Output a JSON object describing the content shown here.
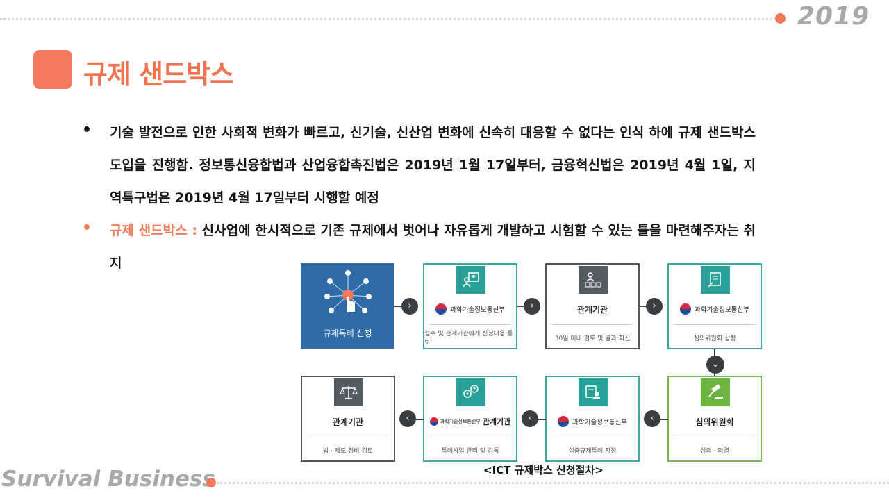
{
  "header": {
    "year": "2019"
  },
  "title": "규제 샌드박스",
  "paragraphs": {
    "p1": "기술 발전으로 인한 사회적 변화가 빠르고, 신기술, 신산업 변화에 신속히 대응할 수 없다는 인식 하에 규제 샌드박스 도입을 진행함. 정보통신융합법과 산업융합촉진법은 2019년 1월 17일부터, 금융혁신법은 2019년 4월 1일, 지역특구법은 2019년 4월 17일부터 시행할 예정",
    "p2_highlight": "규제 샌드박스 : ",
    "p2_text": "신사업에 한시적으로 기존 규제에서 벗어나 자유롭게 개발하고 시험할 수 있는 틀을 마련해주자는 취지"
  },
  "diagram": {
    "boxes": {
      "b1": {
        "label": "규제특례 신청"
      },
      "b2": {
        "org": "과학기술정보통신부",
        "desc": "접수 및 관계기관에게 신청내용 통보"
      },
      "b3": {
        "org": "관계기관",
        "desc": "30일 이내 검토 및 결과 회신"
      },
      "b4": {
        "org": "과학기술정보통신부",
        "desc": "심의위원회 상정"
      },
      "b5": {
        "org": "심의위원회",
        "desc": "심의 · 의결"
      },
      "b6": {
        "org": "과학기술정보통신부",
        "desc": "실증규제특례 지정"
      },
      "b7": {
        "org_small": "과학기술정보통신부",
        "org": "관계기관",
        "desc": "특례사업 관리 및 감독"
      },
      "b8": {
        "org": "관계기관",
        "desc": "법 · 제도 정비 검토"
      }
    },
    "caption": "<ICT 규제박스 신청절차>"
  },
  "footer": {
    "brand": "Survival Business"
  },
  "colors": {
    "accent": "#f07a5a",
    "teal": "#2aa198",
    "green": "#6cb33f",
    "blue": "#2f6ba6",
    "gray": "#555b63"
  }
}
